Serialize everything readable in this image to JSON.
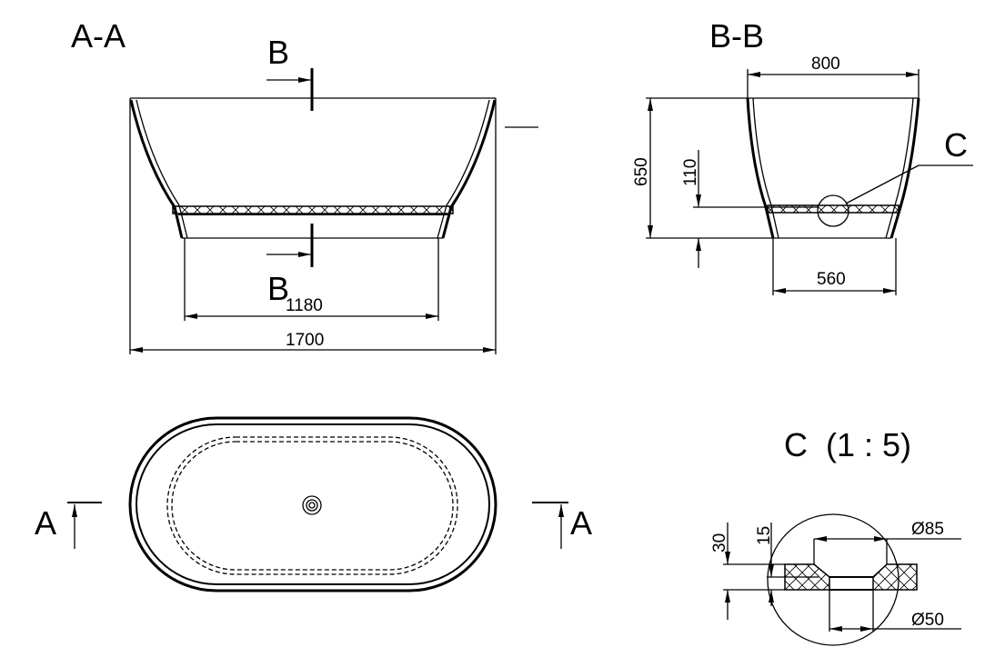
{
  "views": {
    "section_aa": {
      "title": "A-A",
      "cut_label_top": "B",
      "cut_label_bottom": "B",
      "dim_base": "1180",
      "dim_length": "1700"
    },
    "section_bb": {
      "title": "B-B",
      "dim_width": "800",
      "dim_height": "650",
      "dim_floor": "110",
      "dim_base": "560",
      "detail_ref": "C"
    },
    "plan": {
      "cut_label_left": "A",
      "cut_label_right": "A"
    },
    "detail_c": {
      "title": "C  (1 : 5)",
      "dim_outer_dia": "Ø85",
      "dim_inner_dia": "Ø50",
      "dim_thickness": "30",
      "dim_step": "15"
    }
  }
}
